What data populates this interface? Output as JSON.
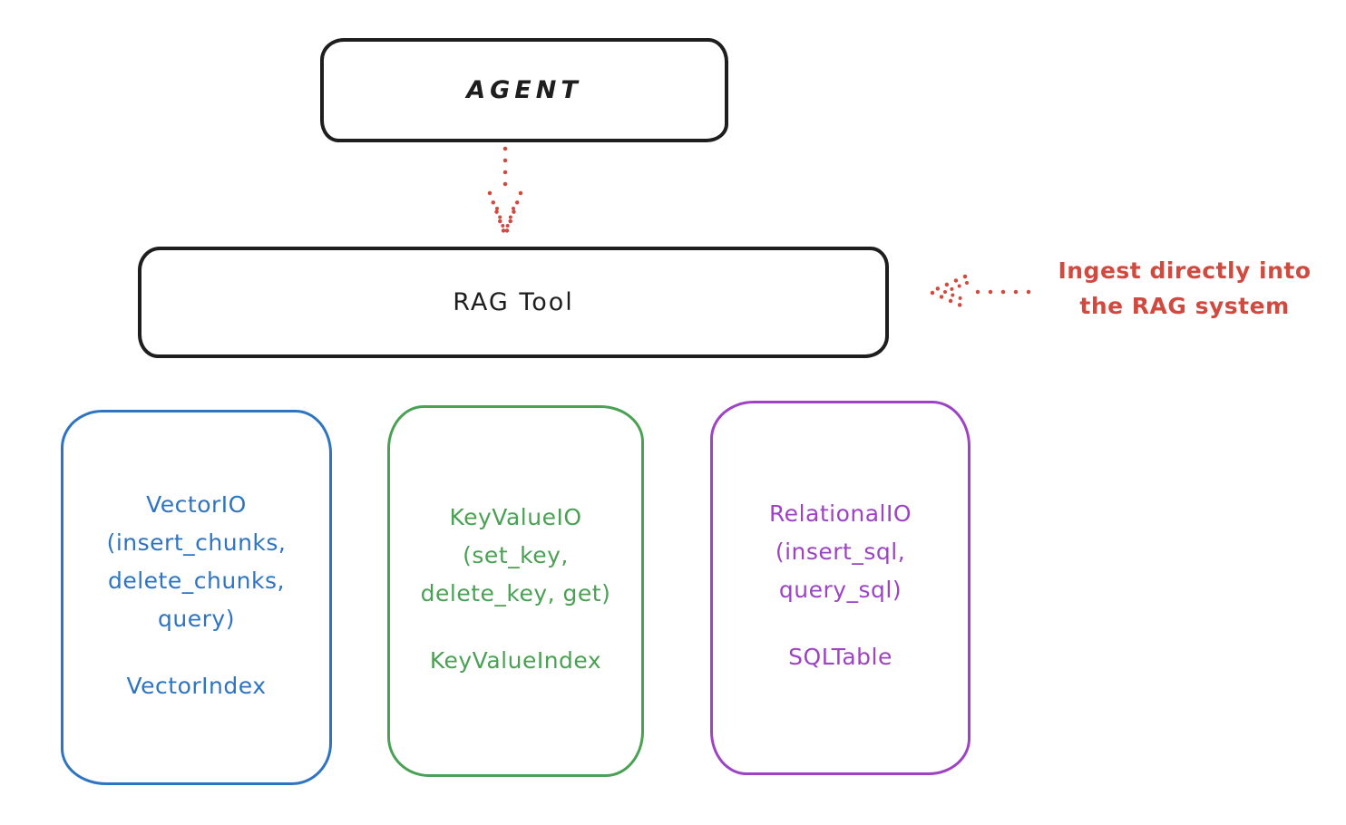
{
  "colors": {
    "ink": "#1e1e1e",
    "red": "#d04a40",
    "blue": "#2f74c0",
    "green": "#4aa154",
    "purple": "#9d43c3",
    "background": "#ffffff"
  },
  "nodes": {
    "agent": {
      "label": "AGENT"
    },
    "rag_tool": {
      "label": "RAG Tool"
    }
  },
  "annotation": {
    "text": "Ingest directly into\nthe RAG system"
  },
  "arrows": [
    {
      "name": "agent-to-rag-tool",
      "style": "dotted",
      "direction": "down"
    },
    {
      "name": "ingest-into-rag-tool",
      "style": "dotted",
      "direction": "left"
    }
  ],
  "backends": [
    {
      "name": "vector",
      "color": "#2f74c0",
      "io_label": "VectorIO\n(insert_chunks,\ndelete_chunks,\nquery)",
      "index_label": "VectorIndex"
    },
    {
      "name": "keyvalue",
      "color": "#4aa154",
      "io_label": "KeyValueIO\n(set_key,\ndelete_key, get)",
      "index_label": "KeyValueIndex"
    },
    {
      "name": "relational",
      "color": "#9d43c3",
      "io_label": "RelationalIO\n(insert_sql,\nquery_sql)",
      "index_label": "SQLTable"
    }
  ]
}
